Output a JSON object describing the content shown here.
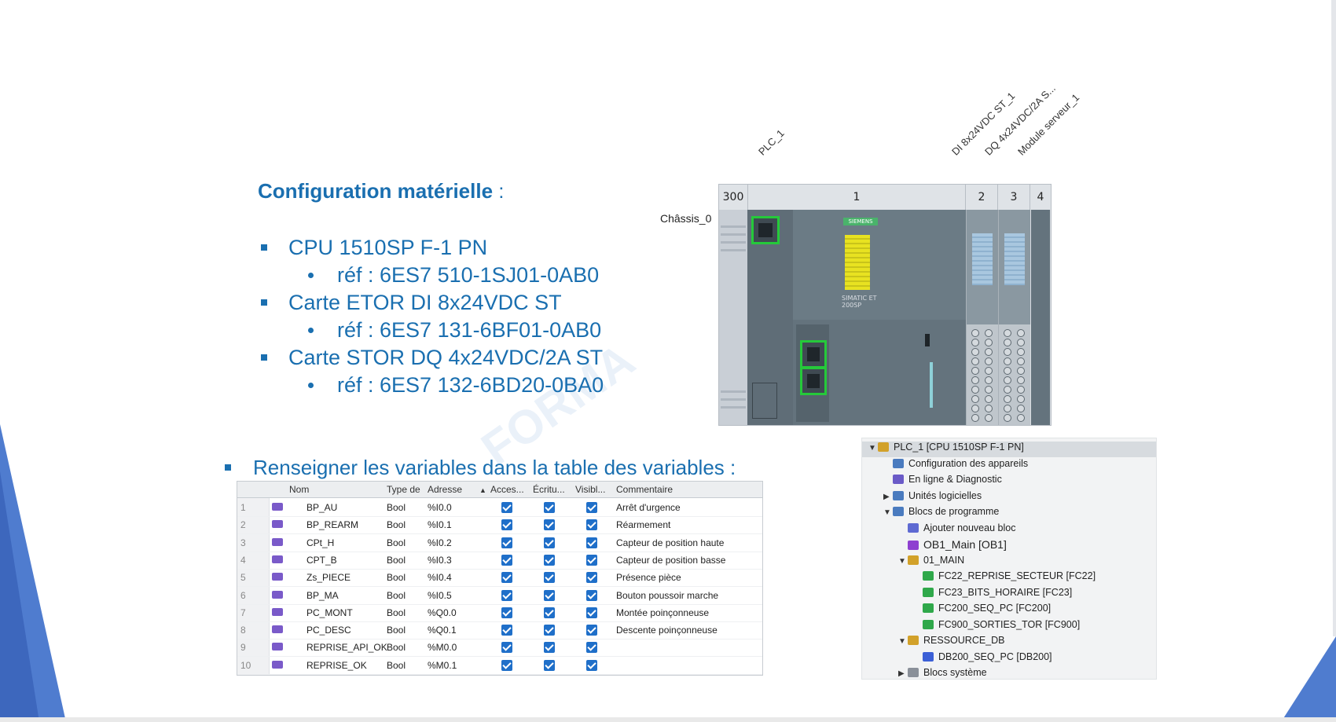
{
  "slide": {
    "config_title_bold": "Configuration matérielle",
    "config_title_suffix": " :",
    "bullets": [
      {
        "level": 1,
        "text": "CPU 1510SP F-1 PN"
      },
      {
        "level": 2,
        "text": "réf : 6ES7 510-1SJ01-0AB0"
      },
      {
        "level": 1,
        "text": "Carte ETOR DI 8x24VDC ST"
      },
      {
        "level": 2,
        "text": "réf : 6ES7 131-6BF01-0AB0"
      },
      {
        "level": 1,
        "text": "Carte STOR DQ 4x24VDC/2A ST"
      },
      {
        "level": 2,
        "text": "réf : 6ES7 132-6BD20-0BA0"
      }
    ],
    "variables_instruction": "Renseigner les variables dans la table des variables :",
    "watermark": "FORMA"
  },
  "hardware": {
    "module_labels": [
      "PLC_1",
      "DI 8x24VDC ST_1",
      "DQ 4x24VDC/2A S...",
      "Module serveur_1"
    ],
    "chassis_label": "Châssis_0",
    "slot_headers": [
      "300",
      "1",
      "2",
      "3",
      "4"
    ],
    "cpu_brand": "SIEMENS",
    "cpu_model": "SIMATIC ET 200SP"
  },
  "variables_table": {
    "headers": [
      "Nom",
      "Type de",
      "Adresse",
      "Acces...",
      "Écritu...",
      "Visibl...",
      "Commentaire"
    ],
    "rows": [
      {
        "num": "1",
        "name": "BP_AU",
        "type": "Bool",
        "addr": "%I0.0",
        "comment": "Arrêt d'urgence"
      },
      {
        "num": "2",
        "name": "BP_REARM",
        "type": "Bool",
        "addr": "%I0.1",
        "comment": "Réarmement"
      },
      {
        "num": "3",
        "name": "CPt_H",
        "type": "Bool",
        "addr": "%I0.2",
        "comment": "Capteur de position haute"
      },
      {
        "num": "4",
        "name": "CPT_B",
        "type": "Bool",
        "addr": "%I0.3",
        "comment": "Capteur de position basse"
      },
      {
        "num": "5",
        "name": "Zs_PIECE",
        "type": "Bool",
        "addr": "%I0.4",
        "comment": "Présence pièce"
      },
      {
        "num": "6",
        "name": "BP_MA",
        "type": "Bool",
        "addr": "%I0.5",
        "comment": "Bouton poussoir marche"
      },
      {
        "num": "7",
        "name": "PC_MONT",
        "type": "Bool",
        "addr": "%Q0.0",
        "comment": "Montée poinçonneuse"
      },
      {
        "num": "8",
        "name": "PC_DESC",
        "type": "Bool",
        "addr": "%Q0.1",
        "comment": "Descente poinçonneuse"
      },
      {
        "num": "9",
        "name": "REPRISE_API_OK",
        "type": "Bool",
        "addr": "%M0.0",
        "comment": ""
      },
      {
        "num": "10",
        "name": "REPRISE_OK",
        "type": "Bool",
        "addr": "%M0.1",
        "comment": ""
      }
    ]
  },
  "project_tree": {
    "nodes": [
      {
        "text": "PLC_1 [CPU 1510SP F-1 PN]",
        "depth": 0,
        "arrow": "▼",
        "icon": "plc-icon",
        "color": "#d2a12a"
      },
      {
        "text": "Configuration des appareils",
        "depth": 1,
        "arrow": "",
        "icon": "device-config-icon",
        "color": "#4a7bbf"
      },
      {
        "text": "En ligne & Diagnostic",
        "depth": 1,
        "arrow": "",
        "icon": "diagnostic-icon",
        "color": "#6a5ac7"
      },
      {
        "text": "Unités logicielles",
        "depth": 1,
        "arrow": "▶",
        "icon": "software-units-icon",
        "color": "#4a7bbf"
      },
      {
        "text": "Blocs de programme",
        "depth": 1,
        "arrow": "▼",
        "icon": "program-blocks-icon",
        "color": "#4a7bbf"
      },
      {
        "text": "Ajouter nouveau bloc",
        "depth": 2,
        "arrow": "",
        "icon": "add-block-icon",
        "color": "#5e6ad2"
      },
      {
        "text": "OB1_Main [OB1]",
        "depth": 2,
        "arrow": "",
        "icon": "ob-icon",
        "color": "#8e3fd0"
      },
      {
        "text": "01_MAIN",
        "depth": 2,
        "arrow": "▼",
        "icon": "folder-icon",
        "color": "#d2a12a"
      },
      {
        "text": "FC22_REPRISE_SECTEUR [FC22]",
        "depth": 3,
        "arrow": "",
        "icon": "fc-icon",
        "color": "#2fa84a"
      },
      {
        "text": "FC23_BITS_HORAIRE [FC23]",
        "depth": 3,
        "arrow": "",
        "icon": "fc-icon",
        "color": "#2fa84a"
      },
      {
        "text": "FC200_SEQ_PC [FC200]",
        "depth": 3,
        "arrow": "",
        "icon": "fc-icon",
        "color": "#2fa84a"
      },
      {
        "text": "FC900_SORTIES_TOR [FC900]",
        "depth": 3,
        "arrow": "",
        "icon": "fc-icon",
        "color": "#2fa84a"
      },
      {
        "text": "RESSOURCE_DB",
        "depth": 2,
        "arrow": "▼",
        "icon": "folder-icon",
        "color": "#d2a12a"
      },
      {
        "text": "DB200_SEQ_PC [DB200]",
        "depth": 3,
        "arrow": "",
        "icon": "db-icon",
        "color": "#3b5fd6"
      },
      {
        "text": "Blocs système",
        "depth": 2,
        "arrow": "▶",
        "icon": "system-blocks-icon",
        "color": "#8a9099"
      }
    ]
  }
}
